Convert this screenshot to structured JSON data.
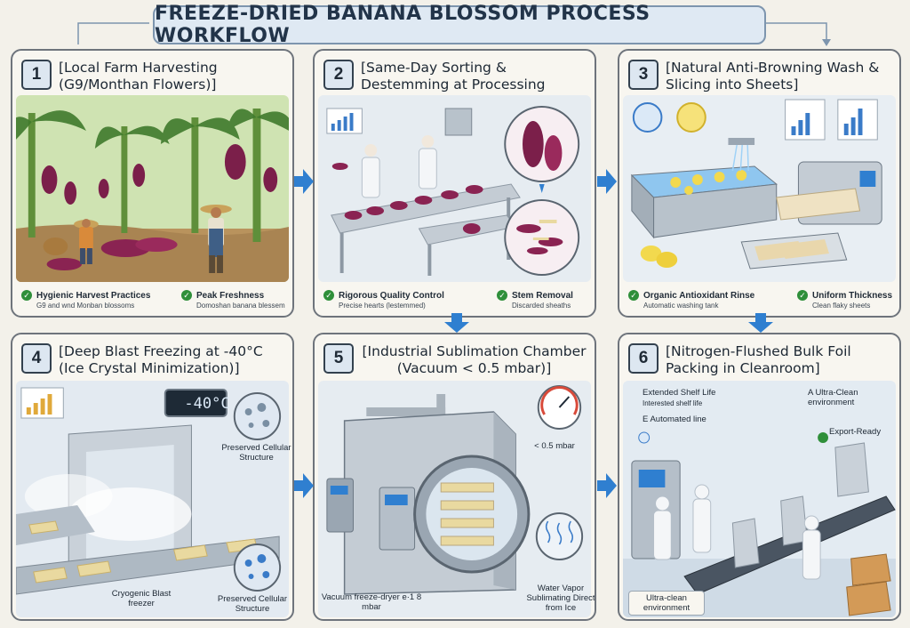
{
  "title": "FREEZE-DRIED BANANA BLOSSOM PROCESS WORKFLOW",
  "colors": {
    "accent_blue": "#2f7fd0",
    "check_green": "#2f8f3a",
    "blossom": "#7b1f4a",
    "steel": "#a9b3bc"
  },
  "panels": [
    {
      "number": "1",
      "title": "[Local Farm Harvesting (G9/Monthan Flowers)]",
      "captions": [
        {
          "main": "Hygienic Harvest Practices",
          "sub": "G9 and wnd Monban blossoms"
        },
        {
          "main": "Peak Freshness",
          "sub": "Domoshan banana blessem"
        }
      ]
    },
    {
      "number": "2",
      "title": "[Same-Day Sorting & Destemming at Processing Plant]",
      "captions": [
        {
          "main": "Rigorous Quality Control",
          "sub": "Precise hearts (lestemmed)"
        },
        {
          "main": "Stem Removal",
          "sub": "Discarded sheaths"
        }
      ]
    },
    {
      "number": "3",
      "title": "[Natural Anti-Browning Wash & Slicing into Sheets]",
      "captions": [
        {
          "main": "Organic Antioxidant Rinse",
          "sub": "Automatic washing tank"
        },
        {
          "main": "Uniform Thickness",
          "sub": "Clean flaky sheets"
        }
      ]
    },
    {
      "number": "4",
      "title": "[Deep Blast Freezing at -40°C (Ice Crystal Minimization)]",
      "display": "-40°C",
      "labels": {
        "structure_top": "Preserved Cellular Structure",
        "blast": "Cryogenic Blast freezer",
        "structure_bottom": "Preserved Cellular Structure"
      }
    },
    {
      "number": "5",
      "title": "[Industrial Sublimation Chamber (Vacuum < 0.5 mbar)]",
      "labels": {
        "gauge": "< 0.5 mbar",
        "dryer": "Vacuum freeze-dryer e·1 8 mbar",
        "vapor": "Water Vapor Sublimating Direct from Ice"
      }
    },
    {
      "number": "6",
      "title": "[Nitrogen-Flushed Bulk Foil Packing in Cleanroom]",
      "labels": {
        "shelf": "Extended Shelf Life",
        "shelf_sub": "Interested shelf life",
        "clean": "A Ultra-Clean environment",
        "auto": "E Automated line",
        "export": "Export-Ready",
        "room": "Ultra-clean environment"
      }
    }
  ]
}
